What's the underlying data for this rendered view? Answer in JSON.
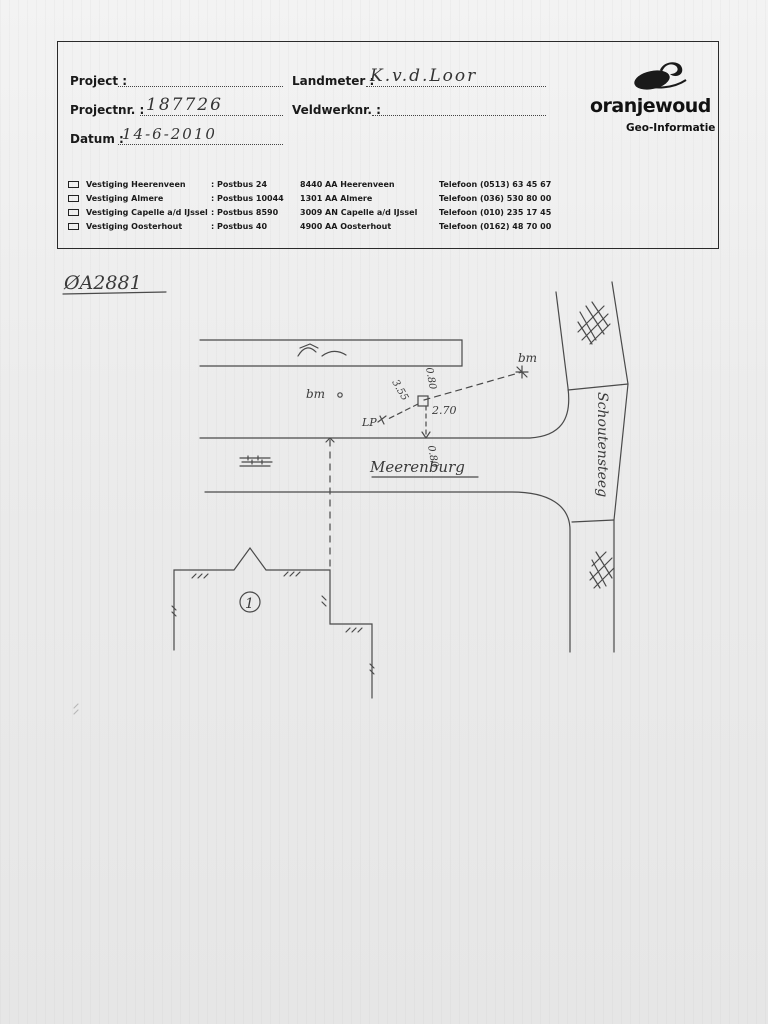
{
  "header": {
    "project_label": "Project :",
    "landmeter_label": "Landmeter :",
    "landmeter_value": "K.v.d.Loor",
    "projectnr_label": "Projectnr. :",
    "projectnr_value": "187726",
    "veldwerknr_label": "Veldwerknr. :",
    "datum_label": "Datum :",
    "datum_value": "14-6-2010"
  },
  "brand": {
    "name": "oranjewoud",
    "subtitle": "Geo-Informatie"
  },
  "offices": [
    {
      "name": "Vestiging Heerenveen",
      "postbus": ": Postbus 24",
      "address": "8440 AA  Heerenveen",
      "phone": "Telefoon (0513) 63 45 67"
    },
    {
      "name": "Vestiging Almere",
      "postbus": ": Postbus 10044",
      "address": "1301  AA  Almere",
      "phone": "Telefoon (036) 530 80 00"
    },
    {
      "name": "Vestiging Capelle a/d IJssel",
      "postbus": ": Postbus 8590",
      "address": "3009 AN  Capelle a/d IJssel",
      "phone": "Telefoon (010) 235 17 45"
    },
    {
      "name": "Vestiging Oosterhout",
      "postbus": ": Postbus 40",
      "address": "4900 AA  Oosterhout",
      "phone": "Telefoon (0162) 48 70 00"
    }
  ],
  "sketch": {
    "reference": "ØA2881",
    "bm_left": "bm",
    "bm_right": "bm",
    "lp": "LP",
    "meas_1": "3.55",
    "meas_2": "0.80",
    "meas_3": "2.70",
    "meas_4": "0.80",
    "street_main": "Meerenburg",
    "street_side": "Schoutensteeg",
    "building_number": "1"
  }
}
